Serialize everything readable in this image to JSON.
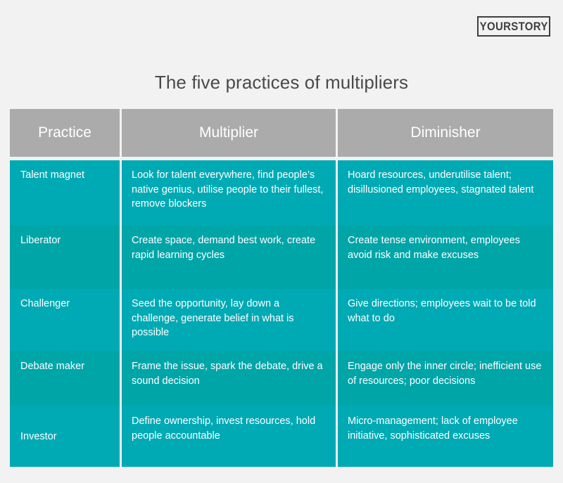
{
  "brand": {
    "logo_text": "YOURSTORY"
  },
  "title": "The five practices of multipliers",
  "colors": {
    "background": "#f2f2f2",
    "header_gray": "#ababab",
    "teal_light": "#00aab4",
    "teal_dark": "#00a5a8",
    "title_text": "#4a4a4a",
    "cell_text": "#ffffff",
    "logo_border": "#3f3f3f"
  },
  "table": {
    "columns": [
      "Practice",
      "Multiplier",
      "Diminisher"
    ],
    "rows": [
      {
        "practice": "Talent magnet",
        "multiplier": "Look for talent everywhere, find people’s native genius, utilise people to their fullest, remove blockers",
        "diminisher": "Hoard resources, underutilise talent; disillusioned employees, stagnated talent"
      },
      {
        "practice": "Liberator",
        "multiplier": "Create space, demand best work, create rapid learning cycles",
        "diminisher": "Create tense environment, employees avoid risk and make excuses"
      },
      {
        "practice": "Challenger",
        "multiplier": "Seed the opportunity, lay down a challenge, generate belief in what is possible",
        "diminisher": "Give directions; employees wait to be told what to do"
      },
      {
        "practice": "Debate maker",
        "multiplier": "Frame the issue, spark the debate, drive a sound decision",
        "diminisher": "Engage only the inner circle; inefficient use of resources; poor decisions"
      },
      {
        "practice": "Investor",
        "multiplier": "Define ownership, invest resources, hold people accountable",
        "diminisher": "Micro-management; lack of employee initiative, sophisticated excuses"
      }
    ]
  }
}
